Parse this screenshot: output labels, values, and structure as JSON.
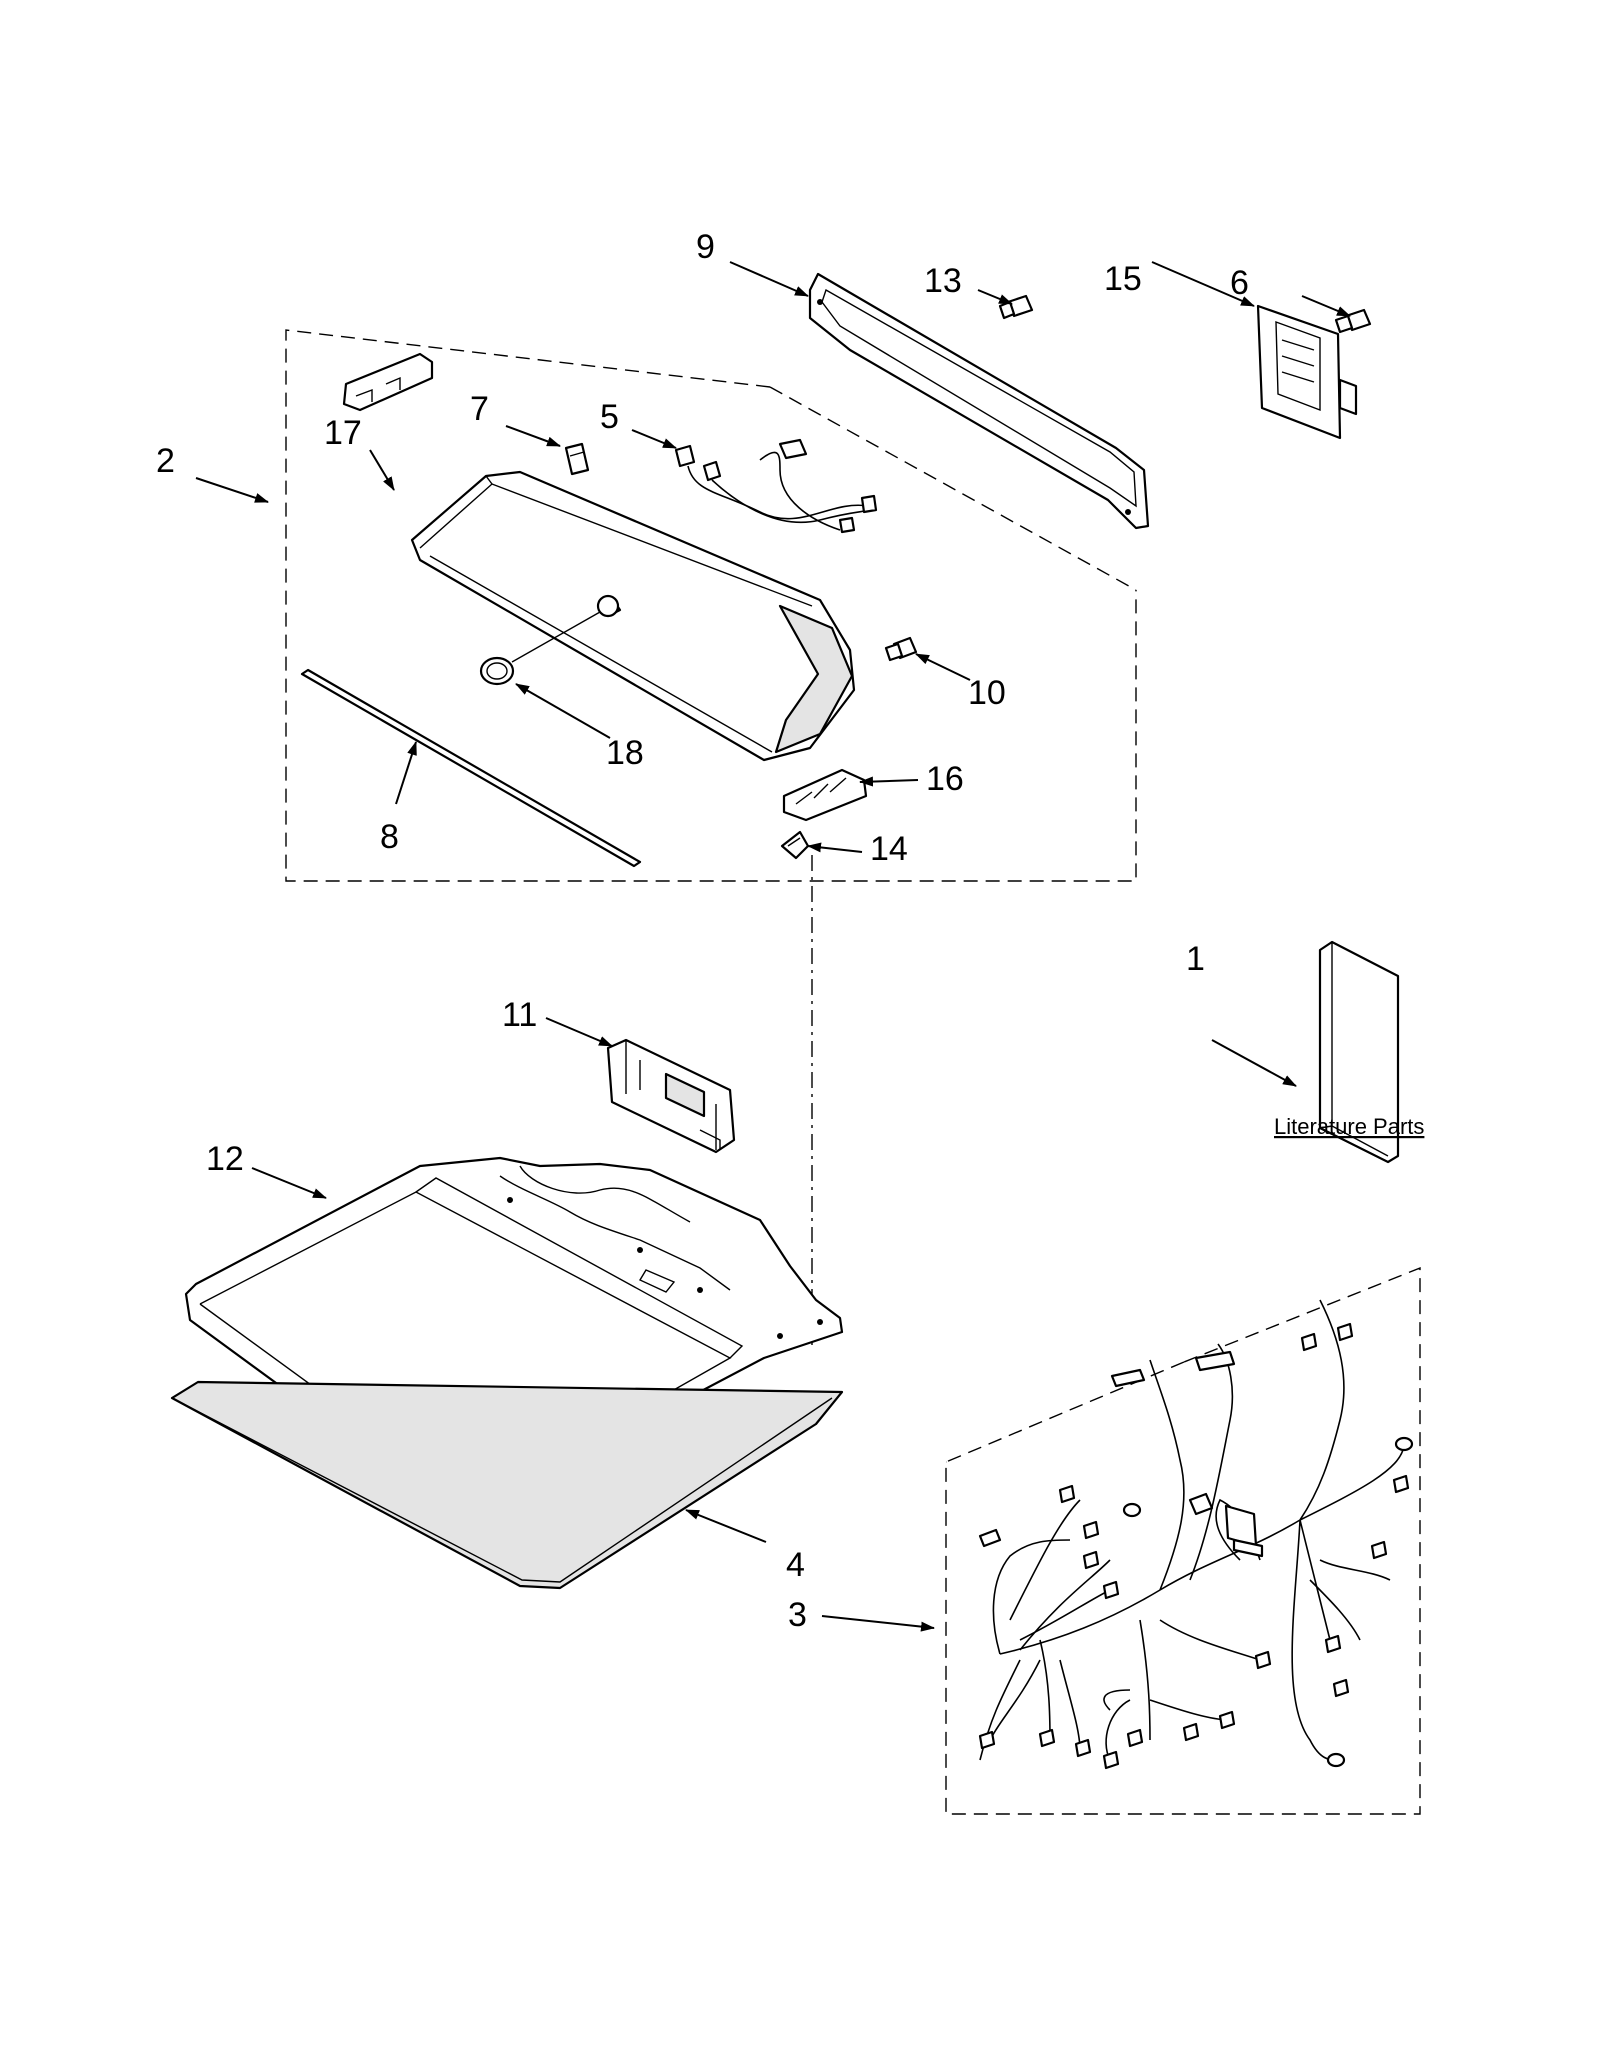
{
  "callouts": {
    "c1": "1",
    "c2": "2",
    "c3": "3",
    "c4": "4",
    "c5": "5",
    "c6": "6",
    "c7": "7",
    "c8": "8",
    "c9": "9",
    "c10": "10",
    "c11": "11",
    "c12": "12",
    "c13": "13",
    "c14": "14",
    "c15": "15",
    "c16": "16",
    "c17": "17",
    "c18": "18"
  },
  "literature_label": "Literature Parts"
}
